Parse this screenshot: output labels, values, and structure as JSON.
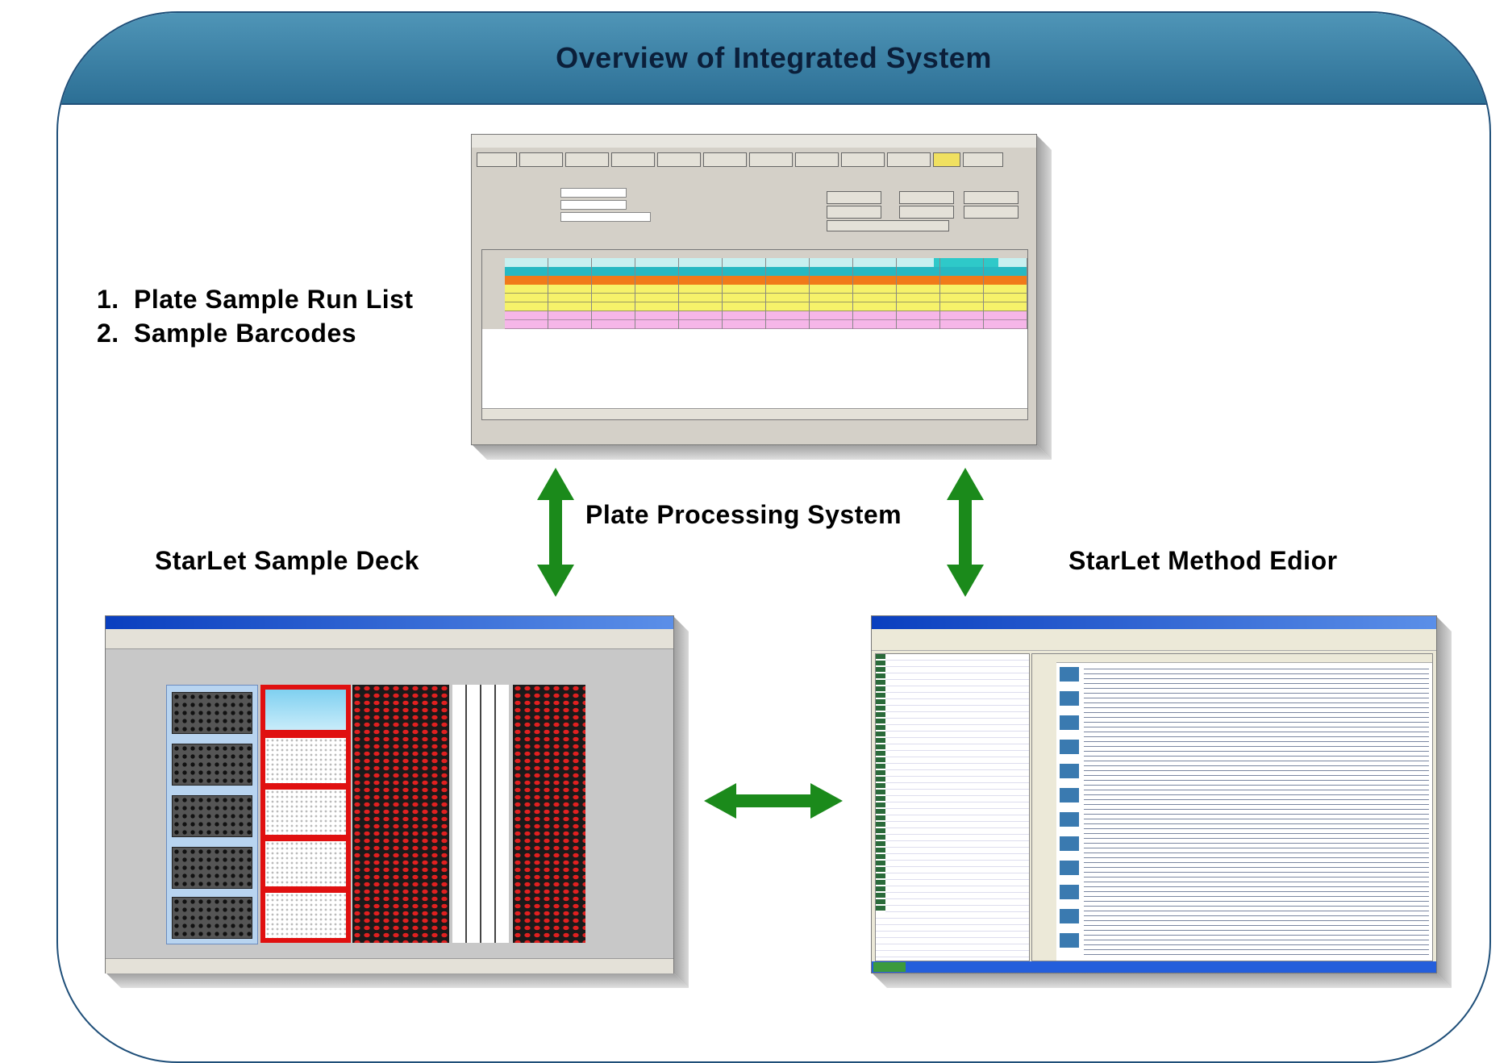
{
  "header": {
    "title": "Overview of Integrated System"
  },
  "list": {
    "items": [
      {
        "num": "1.",
        "text": "Plate Sample Run List"
      },
      {
        "num": "2.",
        "text": "Sample Barcodes"
      }
    ]
  },
  "labels": {
    "plate_processing": "Plate Processing System",
    "sample_deck": "StarLet Sample Deck",
    "method_editor": "StarLet Method Edior"
  },
  "colors": {
    "header": "#3a80a8",
    "frame": "#1f4f79",
    "arrow": "#1b8a1b"
  }
}
